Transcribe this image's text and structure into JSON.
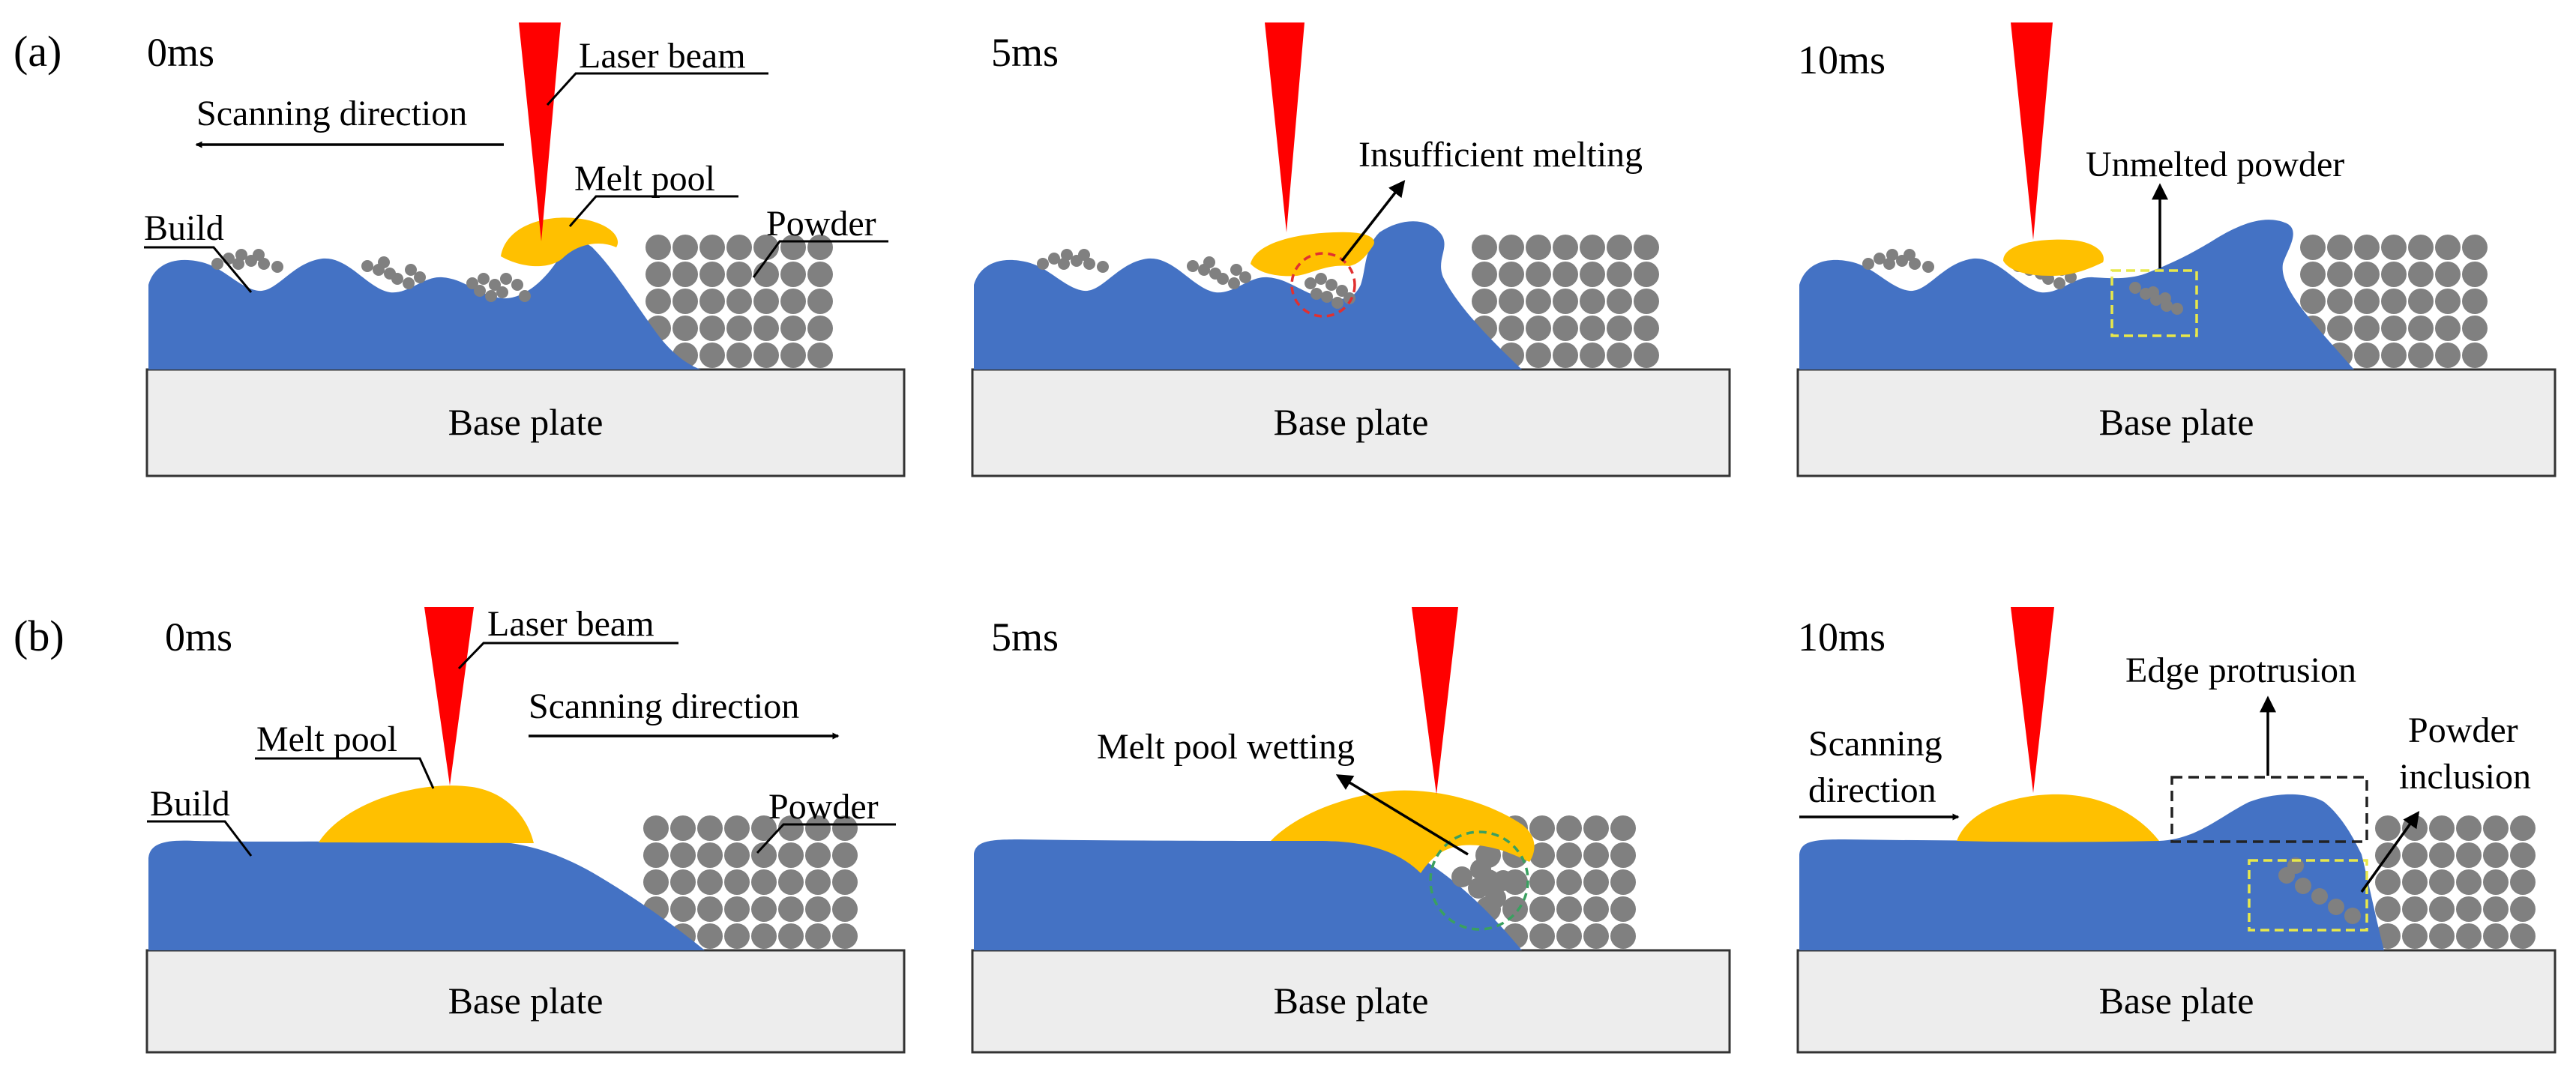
{
  "rows": {
    "a": {
      "label": "(a)",
      "panels": [
        {
          "time": "0ms",
          "base": "Base plate",
          "labels": {
            "laser": "Laser beam",
            "scan": "Scanning direction",
            "pool": "Melt pool",
            "build": "Build",
            "powder": "Powder"
          }
        },
        {
          "time": "5ms",
          "base": "Base plate",
          "labels": {
            "insufficient": "Insufficient melting"
          }
        },
        {
          "time": "10ms",
          "base": "Base plate",
          "labels": {
            "unmelted": "Unmelted powder"
          }
        }
      ]
    },
    "b": {
      "label": "(b)",
      "panels": [
        {
          "time": "0ms",
          "base": "Base plate",
          "labels": {
            "laser": "Laser beam",
            "pool": "Melt pool",
            "scan": "Scanning direction",
            "build": "Build",
            "powder": "Powder"
          }
        },
        {
          "time": "5ms",
          "base": "Base plate",
          "labels": {
            "wetting": "Melt pool wetting"
          }
        },
        {
          "time": "10ms",
          "base": "Base plate",
          "labels": {
            "scan1": "Scanning",
            "scan2": "direction",
            "edge": "Edge protrusion",
            "incl1": "Powder",
            "incl2": "inclusion"
          }
        }
      ]
    }
  },
  "colors": {
    "build": "#4472c4",
    "melt_pool": "#ffc000",
    "laser": "#ff0000",
    "powder": "#808080",
    "base_plate": "#ededed",
    "insufficient_circle": "#e03030",
    "unmelted_box": "#e8e84a",
    "wetting_circle": "#3aa060",
    "edge_box": "#222222",
    "inclusion_box": "#e8e84a"
  }
}
